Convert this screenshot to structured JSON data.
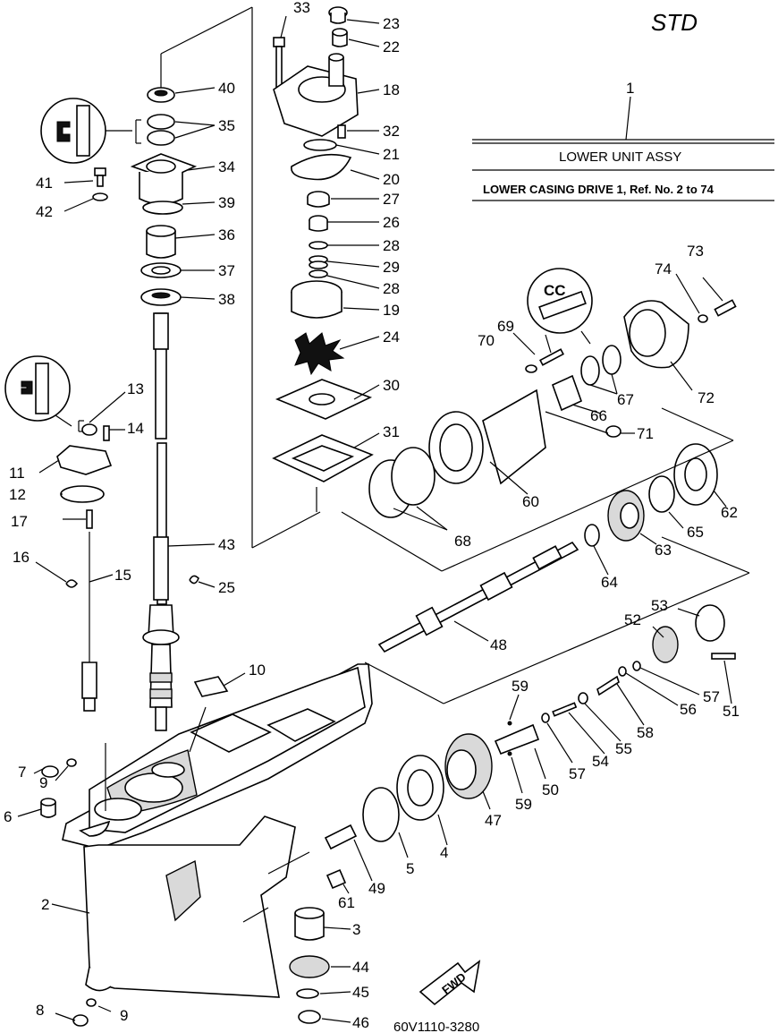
{
  "header": {
    "std_label": "STD"
  },
  "assembly_box": {
    "ref_number": "1",
    "title": "LOWER UNIT ASSY",
    "subtitle": "LOWER CASING DRIVE 1, Ref. No. 2 to 74"
  },
  "fwd_label": "FWD",
  "drawing_code": "60V1110-3280",
  "callouts": [
    {
      "id": "c1",
      "text": "1"
    },
    {
      "id": "c2",
      "text": "2"
    },
    {
      "id": "c3",
      "text": "3"
    },
    {
      "id": "c4",
      "text": "4"
    },
    {
      "id": "c5",
      "text": "5"
    },
    {
      "id": "c6",
      "text": "6"
    },
    {
      "id": "c7",
      "text": "7"
    },
    {
      "id": "c8",
      "text": "8"
    },
    {
      "id": "c9a",
      "text": "9"
    },
    {
      "id": "c9b",
      "text": "9"
    },
    {
      "id": "c10",
      "text": "10"
    },
    {
      "id": "c11",
      "text": "11"
    },
    {
      "id": "c12",
      "text": "12"
    },
    {
      "id": "c13",
      "text": "13"
    },
    {
      "id": "c14",
      "text": "14"
    },
    {
      "id": "c15",
      "text": "15"
    },
    {
      "id": "c16",
      "text": "16"
    },
    {
      "id": "c17",
      "text": "17"
    },
    {
      "id": "c18",
      "text": "18"
    },
    {
      "id": "c19",
      "text": "19"
    },
    {
      "id": "c20",
      "text": "20"
    },
    {
      "id": "c21",
      "text": "21"
    },
    {
      "id": "c22",
      "text": "22"
    },
    {
      "id": "c23",
      "text": "23"
    },
    {
      "id": "c24",
      "text": "24"
    },
    {
      "id": "c25",
      "text": "25"
    },
    {
      "id": "c26",
      "text": "26"
    },
    {
      "id": "c27",
      "text": "27"
    },
    {
      "id": "c28a",
      "text": "28"
    },
    {
      "id": "c28b",
      "text": "28"
    },
    {
      "id": "c29",
      "text": "29"
    },
    {
      "id": "c30",
      "text": "30"
    },
    {
      "id": "c31",
      "text": "31"
    },
    {
      "id": "c32",
      "text": "32"
    },
    {
      "id": "c33",
      "text": "33"
    },
    {
      "id": "c34",
      "text": "34"
    },
    {
      "id": "c35",
      "text": "35"
    },
    {
      "id": "c36",
      "text": "36"
    },
    {
      "id": "c37",
      "text": "37"
    },
    {
      "id": "c38",
      "text": "38"
    },
    {
      "id": "c39",
      "text": "39"
    },
    {
      "id": "c40",
      "text": "40"
    },
    {
      "id": "c41",
      "text": "41"
    },
    {
      "id": "c42",
      "text": "42"
    },
    {
      "id": "c43",
      "text": "43"
    },
    {
      "id": "c44",
      "text": "44"
    },
    {
      "id": "c45",
      "text": "45"
    },
    {
      "id": "c46",
      "text": "46"
    },
    {
      "id": "c47",
      "text": "47"
    },
    {
      "id": "c48",
      "text": "48"
    },
    {
      "id": "c49",
      "text": "49"
    },
    {
      "id": "c50",
      "text": "50"
    },
    {
      "id": "c51",
      "text": "51"
    },
    {
      "id": "c52",
      "text": "52"
    },
    {
      "id": "c53",
      "text": "53"
    },
    {
      "id": "c54",
      "text": "54"
    },
    {
      "id": "c55",
      "text": "55"
    },
    {
      "id": "c56",
      "text": "56"
    },
    {
      "id": "c57a",
      "text": "57"
    },
    {
      "id": "c57b",
      "text": "57"
    },
    {
      "id": "c58",
      "text": "58"
    },
    {
      "id": "c59a",
      "text": "59"
    },
    {
      "id": "c59b",
      "text": "59"
    },
    {
      "id": "c60",
      "text": "60"
    },
    {
      "id": "c61",
      "text": "61"
    },
    {
      "id": "c62",
      "text": "62"
    },
    {
      "id": "c63",
      "text": "63"
    },
    {
      "id": "c64",
      "text": "64"
    },
    {
      "id": "c65",
      "text": "65"
    },
    {
      "id": "c66",
      "text": "66"
    },
    {
      "id": "c67",
      "text": "67"
    },
    {
      "id": "c68",
      "text": "68"
    },
    {
      "id": "c69",
      "text": "69"
    },
    {
      "id": "c70",
      "text": "70"
    },
    {
      "id": "c71",
      "text": "71"
    },
    {
      "id": "c72",
      "text": "72"
    },
    {
      "id": "c73",
      "text": "73"
    },
    {
      "id": "c74",
      "text": "74"
    }
  ]
}
